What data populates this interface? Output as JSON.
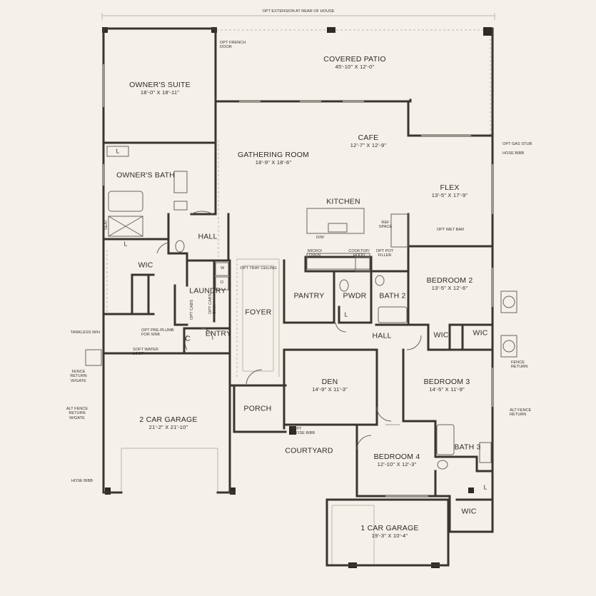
{
  "rooms": {
    "owners_suite": {
      "name": "OWNER'S SUITE",
      "dim": "18'-0\" X 18'-11\""
    },
    "covered_patio": {
      "name": "COVERED PATIO",
      "dim": "45'-10\" X 12'-0\""
    },
    "cafe": {
      "name": "CAFE",
      "dim": "12'-7\" X 12'-9\""
    },
    "gathering_room": {
      "name": "GATHERING ROOM",
      "dim": "18'-9\" X 18'-6\""
    },
    "flex": {
      "name": "FLEX",
      "dim": "13'-5\" X 17'-9\""
    },
    "owners_bath": {
      "name": "OWNER'S BATH"
    },
    "kitchen": {
      "name": "KITCHEN"
    },
    "hall_1": {
      "name": "HALL"
    },
    "wic_owner": {
      "name": "WIC"
    },
    "laundry": {
      "name": "LAUNDRY"
    },
    "foyer": {
      "name": "FOYER"
    },
    "pantry": {
      "name": "PANTRY"
    },
    "pwdr": {
      "name": "PWDR"
    },
    "bath_2": {
      "name": "BATH 2"
    },
    "bedroom_2": {
      "name": "BEDROOM 2",
      "dim": "13'-5\" X 12'-6\""
    },
    "entry": {
      "name": "ENTRY"
    },
    "closet_c": {
      "name": "C"
    },
    "hall_2": {
      "name": "HALL"
    },
    "wic_2": {
      "name": "WIC"
    },
    "wic_3": {
      "name": "WIC"
    },
    "den": {
      "name": "DEN",
      "dim": "14'-9\" X 11'-3\""
    },
    "bedroom_3": {
      "name": "BEDROOM 3",
      "dim": "14'-5\" X 11'-9\""
    },
    "porch": {
      "name": "PORCH"
    },
    "garage_2": {
      "name": "2 CAR GARAGE",
      "dim": "21'-2\" X 21'-10\""
    },
    "courtyard": {
      "name": "COURTYARD"
    },
    "bedroom_4": {
      "name": "BEDROOM 4",
      "dim": "12'-10\" X 12'-3\""
    },
    "bath_3": {
      "name": "BATH 3"
    },
    "wic_4": {
      "name": "WIC"
    },
    "garage_1": {
      "name": "1 CAR GARAGE",
      "dim": "19'-3\" X 10'-4\""
    }
  },
  "notes": {
    "opt_extension": "OPT EXTENSION AT REAR OF HOUSE",
    "opt_french_door": "OPT FRENCH\nDOOR",
    "opt_gas_stub": "OPT GAS STUB",
    "hose_bibb_top": "HOSE BIBB",
    "ref_space": "REF\nSPACE",
    "opt_wet_bar": "OPT WET BAR",
    "dw": "D/W",
    "micro_oven": "MICRO/\nOVEN",
    "cooktop_hood": "COOKTOP/\nHOOD",
    "opt_pot_filler": "OPT POT\nFILLER",
    "opt_tray_ceiling": "OPT TRAY CEILING",
    "seat": "SEAT",
    "opt_cabs": "OPT CABS",
    "opt_cabs_sink": "OPT CABS/\nSINK",
    "tankless": "TANKLESS W/H",
    "opt_preplumb": "OPT PRE-PLUMB\nFOR SINK",
    "soft_water": "SOFT WATER\nLOOP",
    "fence_return_gate": "FENCE\nRETURN\nW/GATE",
    "alt_fence_return_gate": "ALT FENCE\nRETURN\nW/GATE",
    "fence_return_right": "FENCE\nRETURN",
    "alt_fence_return_right": "ALT FENCE\nRETURN",
    "hose_bibb_left": "HOSE BIBB",
    "opt_hose_bibb": "OPT\nHOSE BIBB",
    "w": "W",
    "d": "D",
    "l1": "L",
    "l2": "L",
    "l3": "L",
    "l4": "L"
  }
}
